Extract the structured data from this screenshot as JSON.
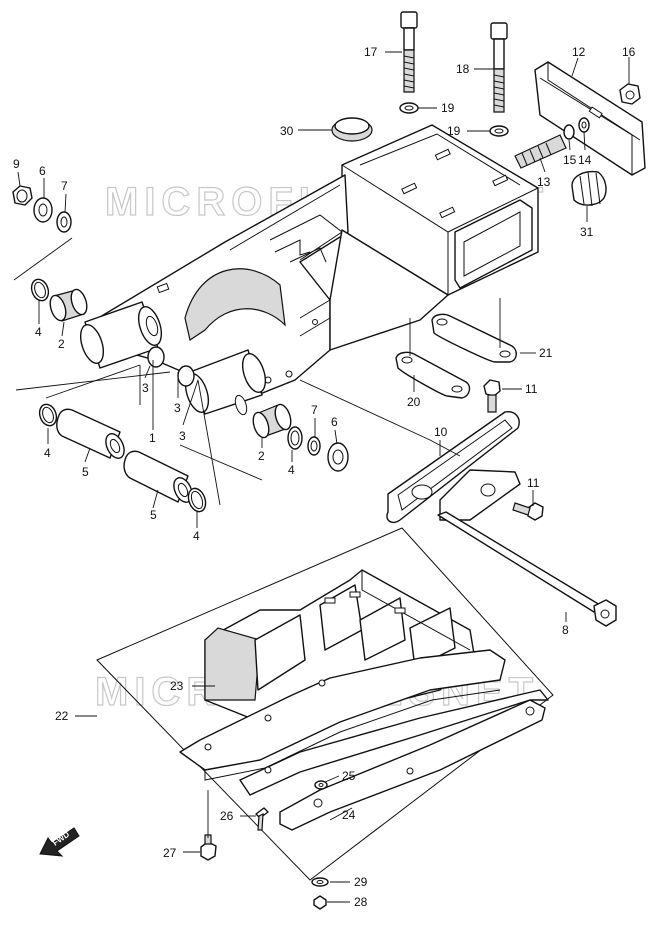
{
  "watermark": "MICROFICHESNET",
  "fwd_label": "FWD",
  "callouts": [
    {
      "id": "c1",
      "label": "1"
    },
    {
      "id": "c2a",
      "label": "2"
    },
    {
      "id": "c2b",
      "label": "2"
    },
    {
      "id": "c3a",
      "label": "3"
    },
    {
      "id": "c3b",
      "label": "3"
    },
    {
      "id": "c3c",
      "label": "3"
    },
    {
      "id": "c4a",
      "label": "4"
    },
    {
      "id": "c4b",
      "label": "4"
    },
    {
      "id": "c4c",
      "label": "4"
    },
    {
      "id": "c4d",
      "label": "4"
    },
    {
      "id": "c5a",
      "label": "5"
    },
    {
      "id": "c5b",
      "label": "5"
    },
    {
      "id": "c6a",
      "label": "6"
    },
    {
      "id": "c6b",
      "label": "6"
    },
    {
      "id": "c7a",
      "label": "7"
    },
    {
      "id": "c7b",
      "label": "7"
    },
    {
      "id": "c8",
      "label": "8"
    },
    {
      "id": "c9",
      "label": "9"
    },
    {
      "id": "c10",
      "label": "10"
    },
    {
      "id": "c11a",
      "label": "11"
    },
    {
      "id": "c11b",
      "label": "11"
    },
    {
      "id": "c12",
      "label": "12"
    },
    {
      "id": "c13",
      "label": "13"
    },
    {
      "id": "c14",
      "label": "14"
    },
    {
      "id": "c15",
      "label": "15"
    },
    {
      "id": "c16",
      "label": "16"
    },
    {
      "id": "c17",
      "label": "17"
    },
    {
      "id": "c18",
      "label": "18"
    },
    {
      "id": "c19a",
      "label": "19"
    },
    {
      "id": "c19b",
      "label": "19"
    },
    {
      "id": "c20",
      "label": "20"
    },
    {
      "id": "c21",
      "label": "21"
    },
    {
      "id": "c22",
      "label": "22"
    },
    {
      "id": "c23",
      "label": "23"
    },
    {
      "id": "c24",
      "label": "24"
    },
    {
      "id": "c25",
      "label": "25"
    },
    {
      "id": "c26",
      "label": "26"
    },
    {
      "id": "c27",
      "label": "27"
    },
    {
      "id": "c28",
      "label": "28"
    },
    {
      "id": "c29",
      "label": "29"
    },
    {
      "id": "c30",
      "label": "30"
    },
    {
      "id": "c31",
      "label": "31"
    }
  ]
}
